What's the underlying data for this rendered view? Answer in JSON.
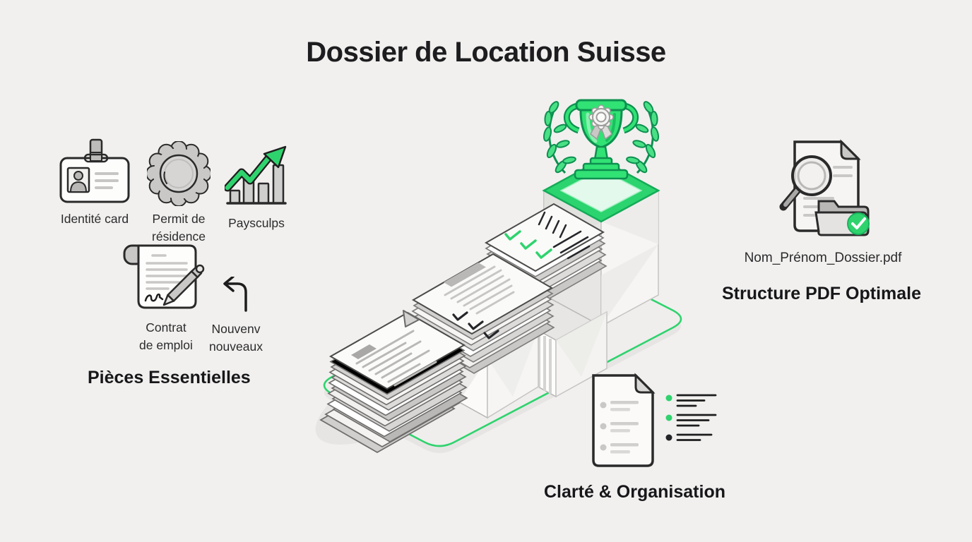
{
  "title": "Dossier de Location Suisse",
  "colors": {
    "background": "#f1f0ee",
    "accent_green": "#2fd36e",
    "accent_green_dark": "#0d9050",
    "text_dark": "#1d1d1f",
    "gray_fill": "#c9c8c6"
  },
  "essentials": {
    "heading": "Pièces Essentielles",
    "items": [
      {
        "icon": "id-card-icon",
        "label": "Identité card"
      },
      {
        "icon": "residence-seal-icon",
        "label": "Permit de\nrésidence"
      },
      {
        "icon": "payslips-chart-icon",
        "label": "Paysculps"
      },
      {
        "icon": "employment-contract-icon",
        "label": "Contrat\nde emploi"
      },
      {
        "icon": "return-arrow-icon",
        "label": "Nouvenv\nnouveaux"
      }
    ]
  },
  "pdf_structure": {
    "icon": "pdf-search-folder-check-icon",
    "filename": "Nom_Prénom_Dossier.pdf",
    "heading": "Structure PDF Optimale"
  },
  "clarity": {
    "icon": "document-checklist-icon",
    "heading": "Clarté & Organisation"
  },
  "illustration": {
    "platform": "green-outline-platform",
    "stacks": [
      "loose-paper-pile",
      "stack-with-dark-checkmarks",
      "stack-with-green-checkmarks"
    ],
    "podium": "green-topped-podium",
    "trophy": "green-trophy-with-laurels"
  }
}
